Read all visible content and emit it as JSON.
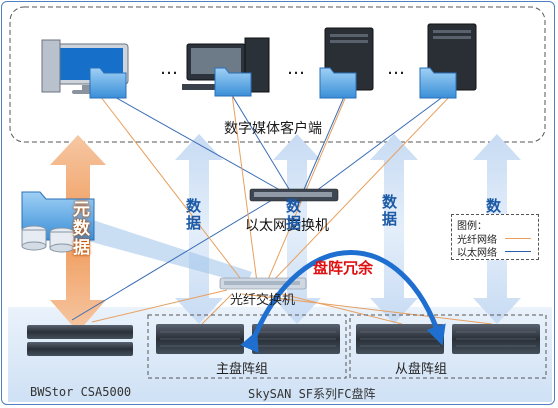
{
  "labels": {
    "client": "数字媒体客户端",
    "ethernet_switch": "以太网交换机",
    "fc_switch": "光纤交换机",
    "redundancy": "盘阵冗余",
    "primary_group": "主盘阵组",
    "secondary_group": "从盘阵组",
    "csa": "BWStor CSA5000",
    "array": "SkySAN SF系列FC盘阵",
    "metadata": "元数据",
    "data": "数据",
    "ellipsis": "…"
  },
  "legend": {
    "title": "图例：",
    "fiber": "光纤网络",
    "ethernet": "以太网络"
  },
  "colors": {
    "fiber_line": "#e8a060",
    "ethernet_line": "#2a5ea8",
    "data_arrow": "#c9dcf2",
    "metadata_arrow": "#f2b88e",
    "redundancy_arrow": "#1f6fd0",
    "redundancy_text": "#e01010",
    "storage_band": "#d5e6f7"
  },
  "icons": {
    "clients": [
      "pc-monitor-icon",
      "workstation-icon",
      "server-tower-icon",
      "server-tower-icon"
    ],
    "folder": "folder-icon",
    "database": "database-icon"
  }
}
